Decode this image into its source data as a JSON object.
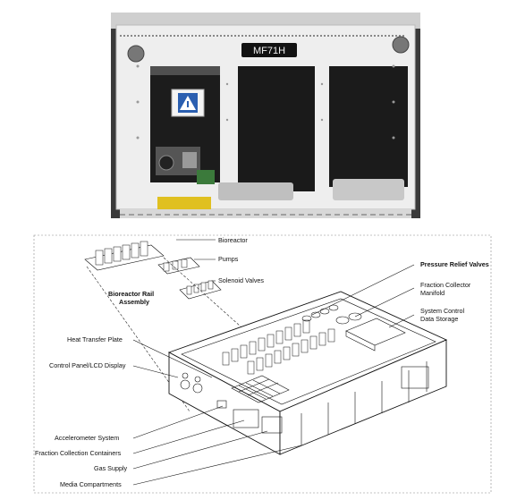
{
  "photo": {
    "module_label": "MF71H"
  },
  "diagram": {
    "labels": {
      "bioreactor": "Bioreactor",
      "pumps": "Pumps",
      "solenoid_valves": "Solenoid Valves",
      "bioreactor_rail_assembly_1": "Bioreactor Rail",
      "bioreactor_rail_assembly_2": "Assembly",
      "heat_transfer_plate": "Heat Transfer Plate",
      "control_panel_lcd": "Control Panel/LCD Display",
      "accelerometer_system": "Accelerometer System",
      "fraction_collection_containers": "Fraction Collection Containers",
      "gas_supply": "Gas Supply",
      "media_compartments": "Media Compartments",
      "pressure_relief_valves": "Pressure Relief Valves",
      "fraction_collector_manifold_1": "Fraction Collector",
      "fraction_collector_manifold_2": "Manifold",
      "system_control_1": "System Control",
      "system_control_2": "Data Storage"
    }
  }
}
